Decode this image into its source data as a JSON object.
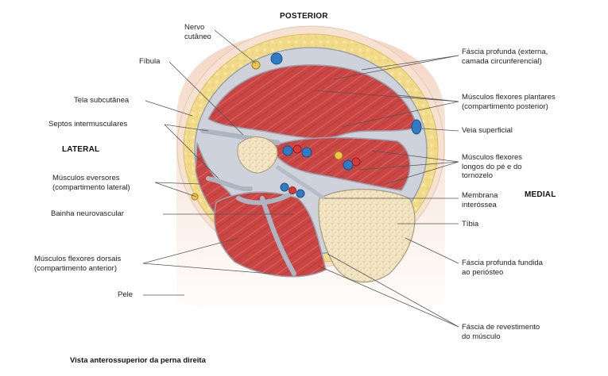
{
  "directions": {
    "posterior": "POSTERIOR",
    "lateral": "LATERAL",
    "medial": "MEDIAL"
  },
  "caption": "Vista anterossuperior da perna direita",
  "labels": {
    "nervo_cutaneo": "Nervo\ncutâneo",
    "fibula": "Fíbula",
    "tela_subcutanea": "Tela subcutânea",
    "septos": "Septos intermusculares",
    "eversores": "Músculos eversores\n(compartimento lateral)",
    "bainha": "Bainha neurovascular",
    "flexores_dorsais": "Músculos flexores dorsais\n(compartimento anterior)",
    "pele": "Pele",
    "fascia_profunda": "Fáscia profunda (externa,\ncamada circunferencial)",
    "flexores_plantares": "Músculos flexores plantares\n(compartimento posterior)",
    "veia_superficial": "Veia superficial",
    "flexores_longos": "Músculos flexores\nlongos do pé e do\ntornozelo",
    "membrana": "Membrana\ninteróssea",
    "tibia": "Tíbia",
    "fascia_fundida": "Fáscia profunda fundida\nao periósteo",
    "fascia_revestimento": "Fáscia de revestimento\ndo músculo"
  },
  "colors": {
    "skin": "#f3d8c6",
    "fat": "#f2dc8c",
    "fascia": "#c9ced8",
    "muscle": "#cc4a48",
    "bone": "#f4e7c8",
    "artery": "#d63a3a",
    "vein": "#2f7bc4",
    "nerve": "#f0c64a"
  }
}
